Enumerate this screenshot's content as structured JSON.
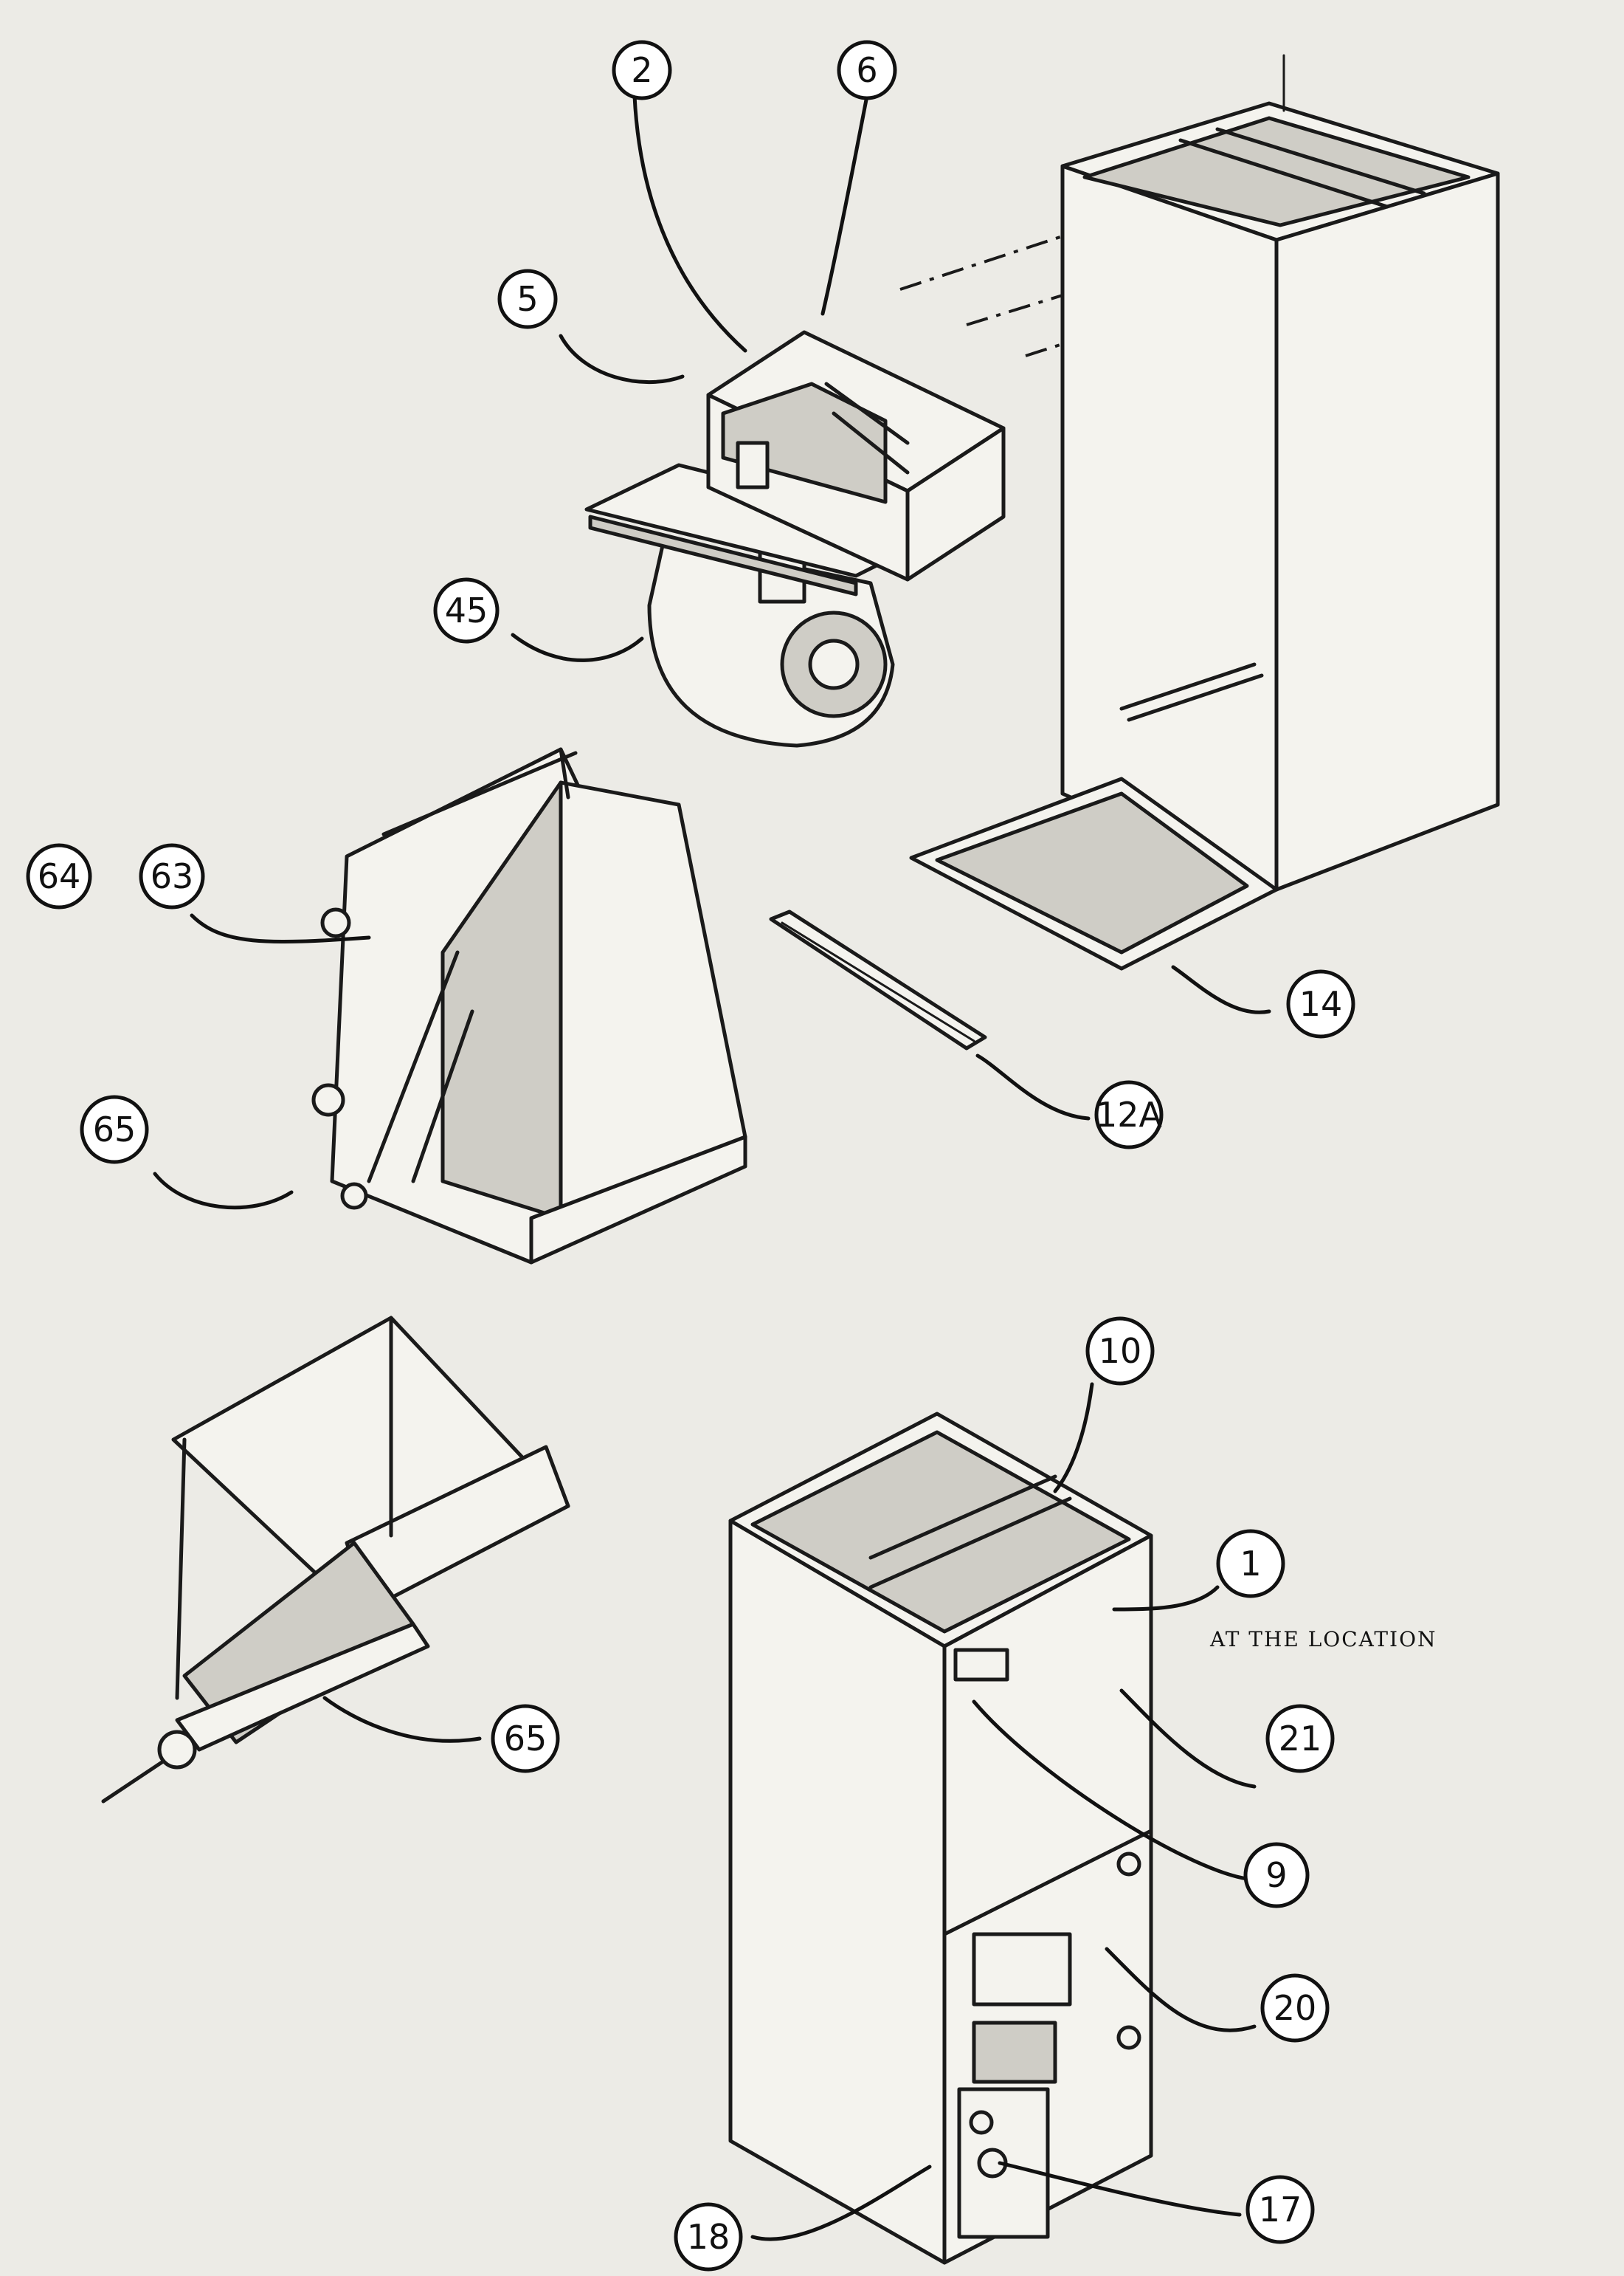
{
  "callouts": [
    {
      "id": "c2",
      "label": "2"
    },
    {
      "id": "c6",
      "label": "6"
    },
    {
      "id": "c5",
      "label": "5"
    },
    {
      "id": "c45",
      "label": "45"
    },
    {
      "id": "c64",
      "label": "64"
    },
    {
      "id": "c63",
      "label": "63"
    },
    {
      "id": "c65a",
      "label": "65"
    },
    {
      "id": "c14",
      "label": "14"
    },
    {
      "id": "c12a",
      "label": "12A"
    },
    {
      "id": "c10",
      "label": "10"
    },
    {
      "id": "c1",
      "label": "1"
    },
    {
      "id": "c21",
      "label": "21"
    },
    {
      "id": "c65b",
      "label": "65"
    },
    {
      "id": "c9",
      "label": "9"
    },
    {
      "id": "c20",
      "label": "20"
    },
    {
      "id": "c18",
      "label": "18"
    },
    {
      "id": "c17",
      "label": "17"
    }
  ],
  "note": "AT THE LOCATION"
}
